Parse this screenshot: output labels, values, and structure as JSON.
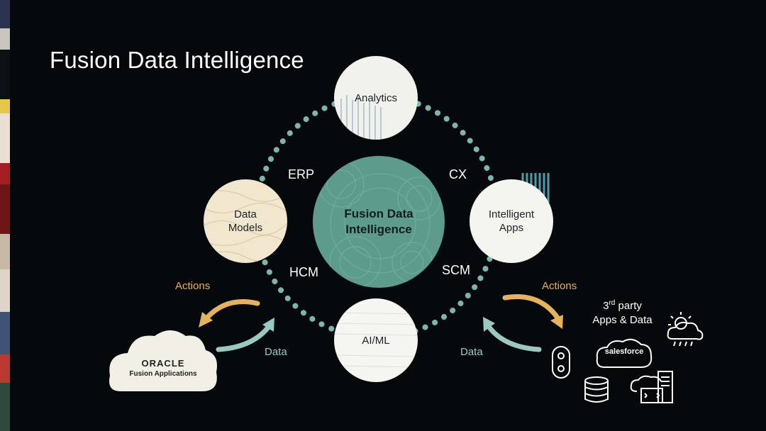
{
  "title": "Fusion Data Intelligence",
  "center": {
    "line1": "Fusion Data",
    "line2": "Intelligence"
  },
  "nodes": {
    "analytics": "Analytics",
    "data_models": "Data\nModels",
    "intelligent_apps": "Intelligent\nApps",
    "aiml": "AI/ML"
  },
  "ring_labels": {
    "erp": "ERP",
    "cx": "CX",
    "hcm": "HCM",
    "scm": "SCM"
  },
  "left_flow": {
    "actions": "Actions",
    "data": "Data"
  },
  "right_flow": {
    "actions": "Actions",
    "data": "Data"
  },
  "oracle_cloud": {
    "brand": "ORACLE",
    "product": "Fusion Applications"
  },
  "third_party": {
    "line1_pre": "3",
    "line1_sup": "rd",
    "line1_post": " party",
    "line2": "Apps & Data",
    "salesforce": "salesforce"
  },
  "colors": {
    "ring_dots": "#7fb3af",
    "center": "#5d9b8d",
    "actions": "#e6b25b",
    "data": "#9ac9c4"
  }
}
